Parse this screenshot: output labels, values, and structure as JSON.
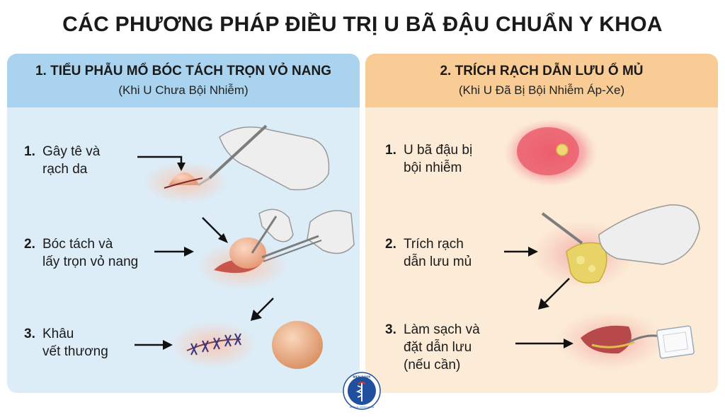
{
  "title": "CÁC PHƯƠNG PHÁP ĐIỀU TRỊ U BÃ ĐẬU CHUẨN Y KHOA",
  "left_panel": {
    "title": "1. TIỂU PHẪU MỔ BÓC TÁCH TRỌN VỎ NANG",
    "subtitle": "(Khi U Chưa Bội Nhiễm)",
    "steps": [
      {
        "num": "1.",
        "text": "Gây tê và\nrạch da"
      },
      {
        "num": "2.",
        "text": "Bóc tách và\nlấy trọn vỏ nang"
      },
      {
        "num": "3.",
        "text": "Khâu\nvết thương"
      }
    ]
  },
  "right_panel": {
    "title": "2. TRÍCH RẠCH DẪN LƯU Ổ MỦ",
    "subtitle": "(Khi U Đã Bị Bội Nhiễm Áp-Xe)",
    "steps": [
      {
        "num": "1.",
        "text": "U bã đậu bị\nbội nhiễm"
      },
      {
        "num": "2.",
        "text": "Trích rạch\ndẫn lưu mủ"
      },
      {
        "num": "3.",
        "text": "Làm sạch và\nđặt dẫn lưu\n(nếu cần)"
      }
    ]
  },
  "logo": {
    "top_text": "MEN DAOY",
    "bottom_text": "MEDICAL ASSOCIATION"
  },
  "colors": {
    "left_bg": "#dcedf8",
    "left_head": "#a9d3ee",
    "right_bg": "#fcebd6",
    "right_head": "#f9cc95",
    "skin": "#f4c7b3",
    "cyst": "#f0b08e",
    "pus": "#e8d466",
    "glove": "#eeeeee"
  }
}
